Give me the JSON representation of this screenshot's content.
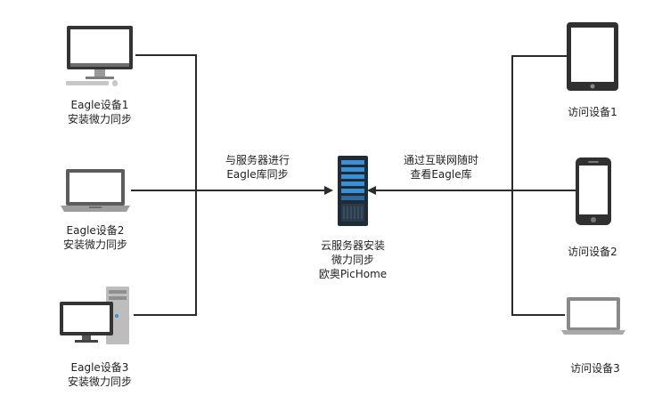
{
  "left_devices": [
    {
      "line1": "Eagle设备1",
      "line2": "安装微力同步",
      "icon": "desktop-monitor-icon"
    },
    {
      "line1": "Eagle设备2",
      "line2": "安装微力同步",
      "icon": "laptop-icon"
    },
    {
      "line1": "Eagle设备3",
      "line2": "安装微力同步",
      "icon": "desktop-tower-icon"
    }
  ],
  "right_devices": [
    {
      "label": "访问设备1",
      "icon": "tablet-icon"
    },
    {
      "label": "访问设备2",
      "icon": "phone-icon"
    },
    {
      "label": "访问设备3",
      "icon": "laptop-icon"
    }
  ],
  "server": {
    "line1": "云服务器安装",
    "line2": "微力同步",
    "line3": "欧奥PicHome",
    "icon": "server-rack-icon"
  },
  "left_connection_label": {
    "line1": "与服务器进行",
    "line2": "Eagle库同步"
  },
  "right_connection_label": {
    "line1": "通过互联网随时",
    "line2": "查看Eagle库"
  },
  "colors": {
    "line": "#2b2b2b",
    "device_dark": "#303030",
    "device_frame": "#8a8a8a",
    "server_body": "#1f2b36",
    "server_accent": "#3a8fd6"
  }
}
